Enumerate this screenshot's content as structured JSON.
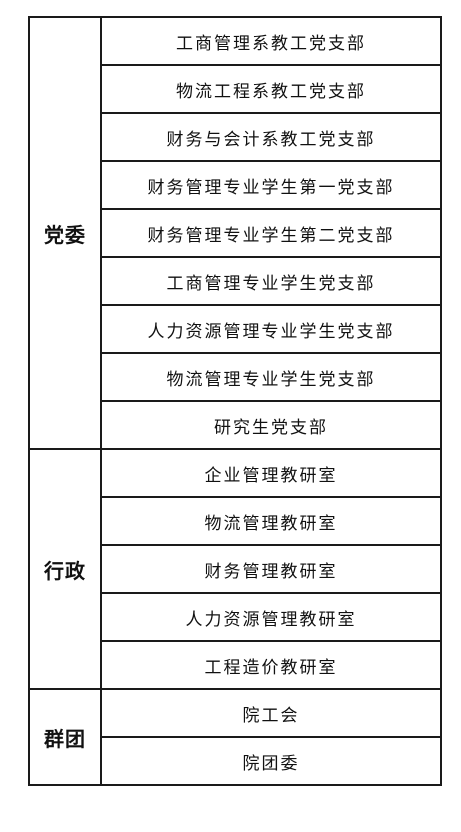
{
  "groups": [
    {
      "name": "党委",
      "units": [
        "工商管理系教工党支部",
        "物流工程系教工党支部",
        "财务与会计系教工党支部",
        "财务管理专业学生第一党支部",
        "财务管理专业学生第二党支部",
        "工商管理专业学生党支部",
        "人力资源管理专业学生党支部",
        "物流管理专业学生党支部",
        "研究生党支部"
      ]
    },
    {
      "name": "行政",
      "units": [
        "企业管理教研室",
        "物流管理教研室",
        "财务管理教研室",
        "人力资源管理教研室",
        "工程造价教研室"
      ]
    },
    {
      "name": "群团",
      "units": [
        "院工会",
        "院团委"
      ]
    }
  ]
}
